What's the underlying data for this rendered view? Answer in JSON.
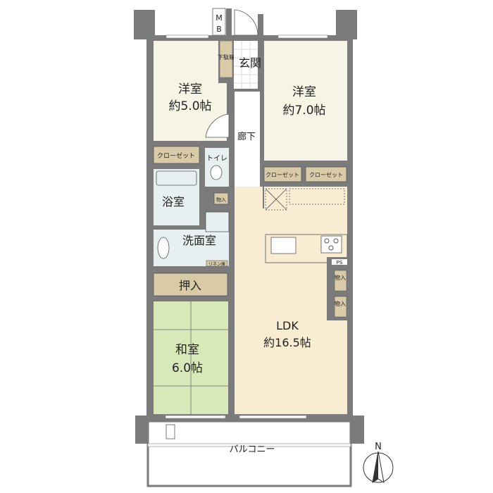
{
  "rooms": {
    "western_room_1": {
      "name": "洋室",
      "size": "約5.0帖"
    },
    "western_room_2": {
      "name": "洋室",
      "size": "約7.0帖"
    },
    "entrance": "玄関",
    "shoe_box": "下駄箱",
    "hallway": "廊下",
    "toilet": "トイレ",
    "bathroom": "浴室",
    "washroom": "洗面室",
    "linen": "リネン庫",
    "oshiire": "押入",
    "japanese_room": {
      "name": "和室",
      "size": "6.0帖"
    },
    "ldk": {
      "name": "LDK",
      "size": "約16.5帖"
    },
    "balcony": "バルコニー",
    "closet": "クローゼット",
    "storage": "物入",
    "ps": "PS",
    "mb": [
      "M",
      "B"
    ],
    "north": "N"
  },
  "colors": {
    "wall": "#7b7b7b",
    "western": "#f6f4e4",
    "ldk": "#f8ecd2",
    "wet": "#e7eff0",
    "closet": "#d9cba7",
    "tatami": "#d9e8b9"
  }
}
